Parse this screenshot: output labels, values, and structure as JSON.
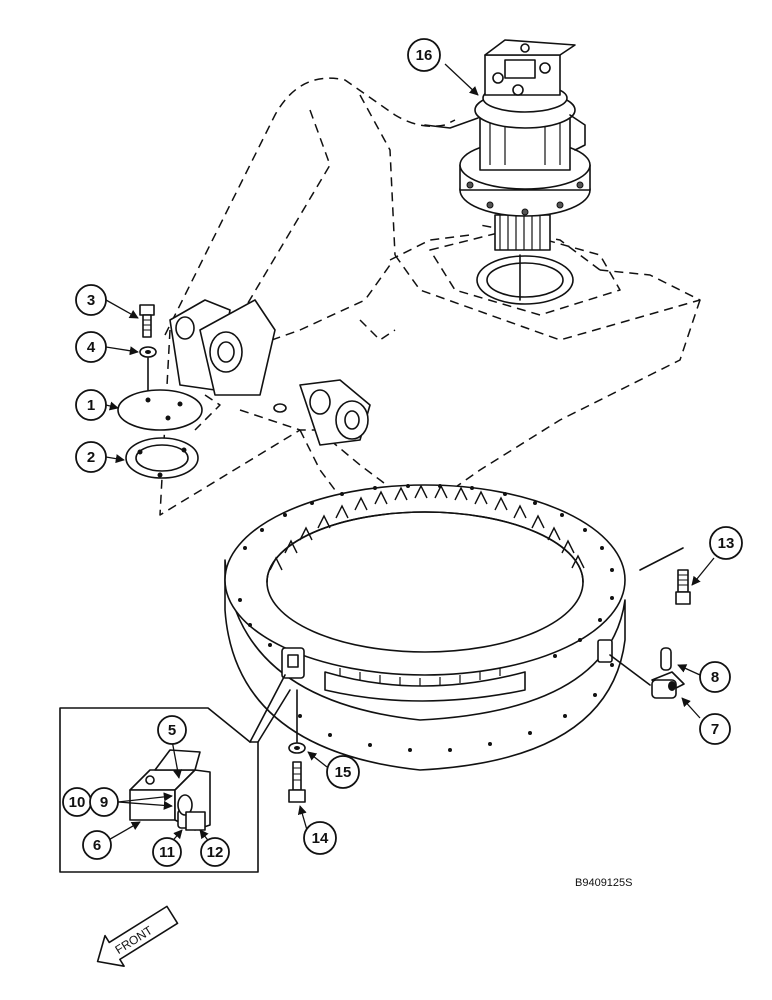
{
  "callouts": [
    {
      "id": "callout-1",
      "label": "1"
    },
    {
      "id": "callout-2",
      "label": "2"
    },
    {
      "id": "callout-3",
      "label": "3"
    },
    {
      "id": "callout-4",
      "label": "4"
    },
    {
      "id": "callout-5",
      "label": "5"
    },
    {
      "id": "callout-6",
      "label": "6"
    },
    {
      "id": "callout-7",
      "label": "7"
    },
    {
      "id": "callout-8",
      "label": "8"
    },
    {
      "id": "callout-9",
      "label": "9"
    },
    {
      "id": "callout-10",
      "label": "10"
    },
    {
      "id": "callout-11",
      "label": "11"
    },
    {
      "id": "callout-12",
      "label": "12"
    },
    {
      "id": "callout-13",
      "label": "13"
    },
    {
      "id": "callout-14",
      "label": "14"
    },
    {
      "id": "callout-15",
      "label": "15"
    },
    {
      "id": "callout-16",
      "label": "16"
    }
  ],
  "reference_code": "B9409125S",
  "front_arrow_label": "FRONT"
}
